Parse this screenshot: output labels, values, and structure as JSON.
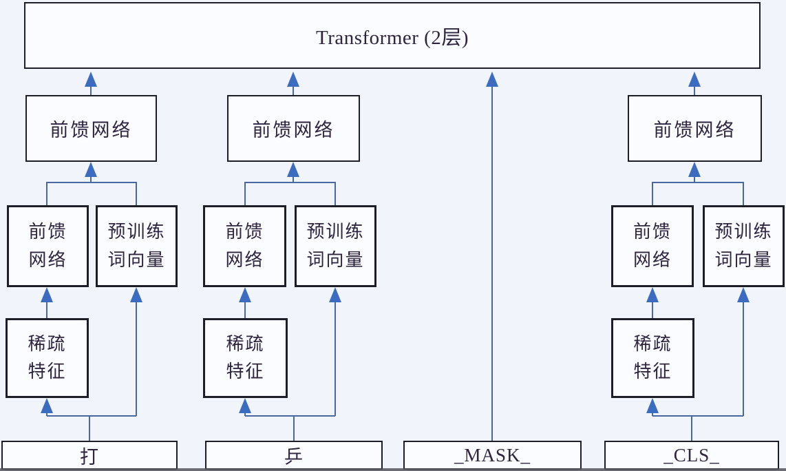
{
  "colors": {
    "page_bg": "#f1f4fa",
    "box_bg": "#fbfcff",
    "box_border": "#1d1d28",
    "line_blue": "#44689f",
    "arrow_blue": "#3b6cc0",
    "text": "#2e2440",
    "bottom_band": "#53535c"
  },
  "transformer": {
    "label": "Transformer (2层)"
  },
  "columns": [
    {
      "input": "打",
      "ffn_top": "前馈网络",
      "ffn_sub": "前馈\n网络",
      "pretrained": "预训练\n词向量",
      "sparse": "稀疏\n特征"
    },
    {
      "input": "乒",
      "ffn_top": "前馈网络",
      "ffn_sub": "前馈\n网络",
      "pretrained": "预训练\n词向量",
      "sparse": "稀疏\n特征"
    },
    {
      "input": "_MASK_"
    },
    {
      "input": "_CLS_",
      "ffn_top": "前馈网络",
      "ffn_sub": "前馈\n网络",
      "pretrained": "预训练\n词向量",
      "sparse": "稀疏\n特征"
    }
  ]
}
